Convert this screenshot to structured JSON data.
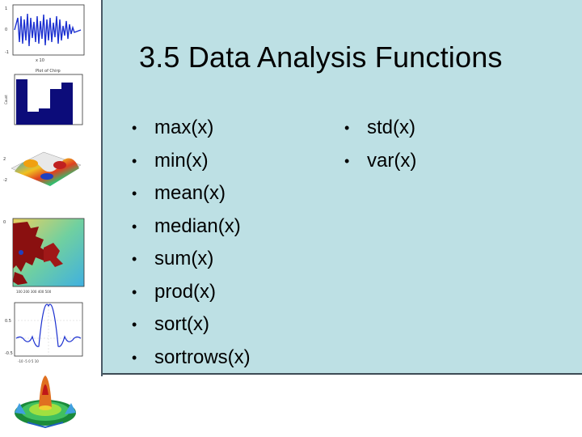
{
  "slide": {
    "title": "3.5 Data Analysis Functions",
    "left_items": [
      "max(x)",
      "min(x)",
      "mean(x)",
      "median(x)",
      "sum(x)",
      "prod(x)",
      "sort(x)",
      "sortrows(x)"
    ],
    "right_items": [
      "std(x)",
      "var(x)"
    ],
    "bullet": "•"
  },
  "sidebar": {
    "thumbnails": [
      "signal-plot",
      "histogram-plot",
      "surface-plot",
      "fractal-plot",
      "sinc-line-plot",
      "3d-peak-plot"
    ]
  },
  "colors": {
    "panel_background": "#bde0e4",
    "divider": "#4a5a66",
    "text": "#000000"
  }
}
